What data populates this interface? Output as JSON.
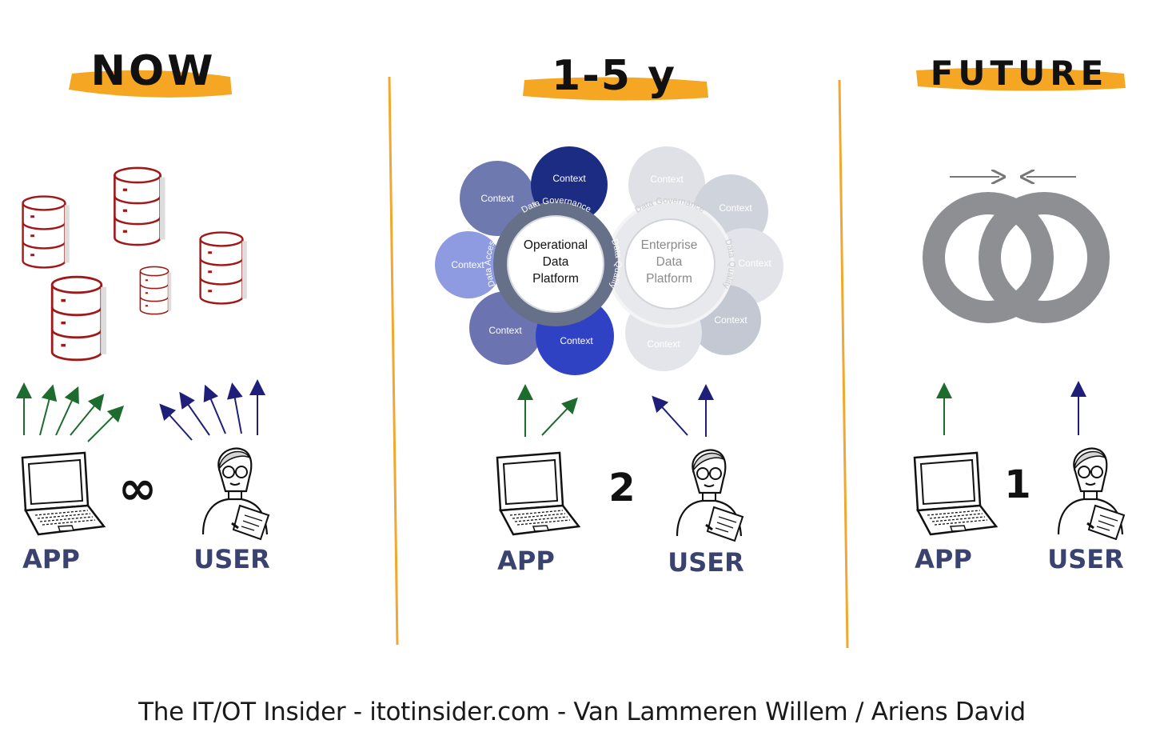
{
  "headings": {
    "now": "NOW",
    "mid": "1-5 y",
    "future": "FUTURE"
  },
  "labels": {
    "app": "APP",
    "user": "USER"
  },
  "counts": {
    "now": "∞",
    "mid": "2",
    "future": "1"
  },
  "mid_diagram": {
    "operational": [
      "Operational",
      "Data",
      "Platform"
    ],
    "enterprise": [
      "Enterprise",
      "Data",
      "Platform"
    ],
    "context": "Context",
    "governance": "Data Governance",
    "access": "Data Access",
    "quality": "Data Quality"
  },
  "colors": {
    "accent": "#f5a623",
    "divider": "#f0a830",
    "db_red": "#a01818",
    "app_arrow": "#1e6b2e",
    "user_arrow": "#1f1f7a",
    "label_ink": "#3a4270",
    "ring_gray": "#8d8f92"
  },
  "footer": "The IT/OT Insider - itotinsider.com - Van Lammeren Willem / Ariens David"
}
